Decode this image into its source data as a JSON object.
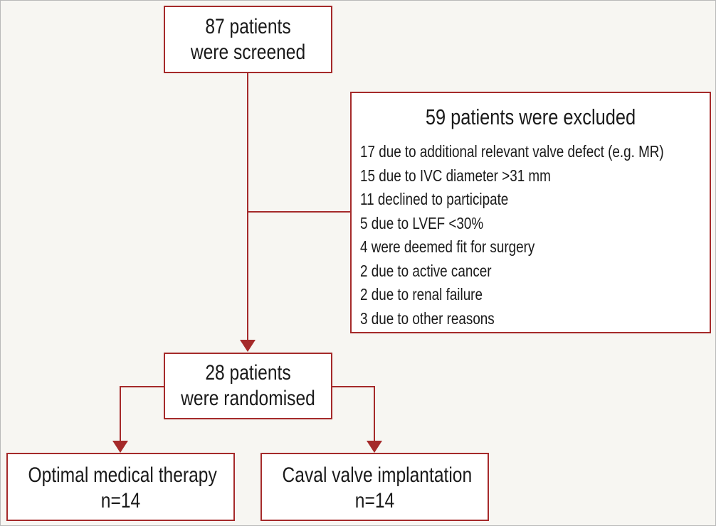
{
  "colors": {
    "border": "#a52a2a",
    "arrow": "#a52a2a",
    "background": "#f7f6f2",
    "box_fill": "#ffffff",
    "text": "#1a1a1a"
  },
  "screened": {
    "line1": "87 patients",
    "line2": "were screened"
  },
  "excluded": {
    "heading": "59 patients were excluded",
    "reasons": [
      "17 due to additional relevant valve defect (e.g. MR)",
      "15 due to IVC diameter >31 mm",
      "11 declined to participate",
      "5 due to LVEF <30%",
      "4 were deemed fit for surgery",
      "2 due to active cancer",
      "2 due to renal failure",
      "3 due to other reasons"
    ]
  },
  "randomised": {
    "line1": "28 patients",
    "line2": "were randomised"
  },
  "arms": [
    {
      "label": "Optimal medical therapy",
      "n": "n=14"
    },
    {
      "label": "Caval valve implantation",
      "n": "n=14"
    }
  ]
}
